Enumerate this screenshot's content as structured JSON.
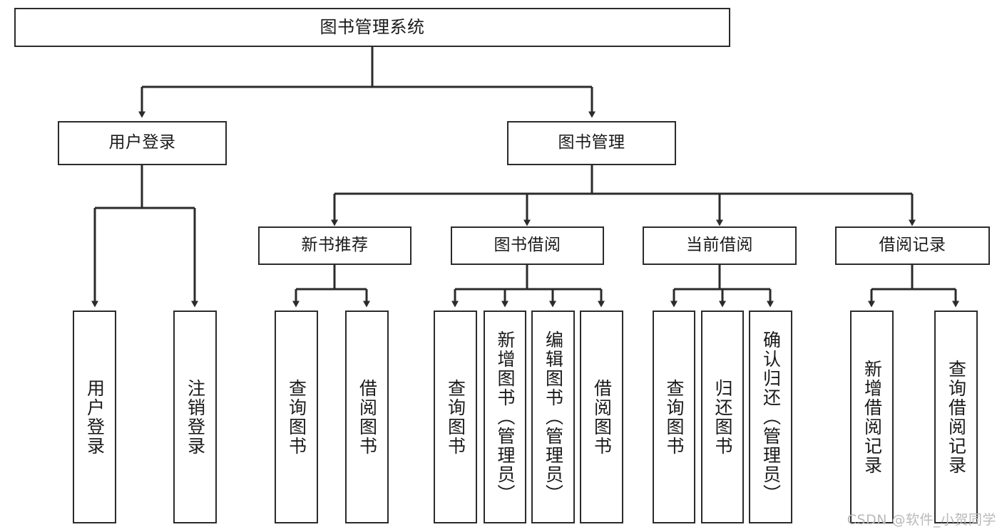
{
  "diagram": {
    "title": "图书管理系统",
    "type": "tree-hierarchy-chart",
    "stroke_color": "#2b2b2b",
    "fill_color": "#ffffff",
    "text_color": "#1a1a1a"
  },
  "nodes": {
    "root": {
      "label": "图书管理系统"
    },
    "level2": [
      {
        "label": "用户登录"
      },
      {
        "label": "图书管理"
      }
    ],
    "level3": [
      {
        "label": "新书推荐"
      },
      {
        "label": "图书借阅"
      },
      {
        "label": "当前借阅"
      },
      {
        "label": "借阅记录"
      }
    ],
    "leaves_user_login": [
      {
        "label": "用户登录"
      },
      {
        "label": "注销登录"
      }
    ],
    "leaves_new_book": [
      {
        "label": "查询图书"
      },
      {
        "label": "借阅图书"
      }
    ],
    "leaves_borrow": [
      {
        "label": "查询图书"
      },
      {
        "label": "新增图书（管理员）"
      },
      {
        "label": "编辑图书（管理员）"
      },
      {
        "label": "借阅图书"
      }
    ],
    "leaves_current": [
      {
        "label": "查询图书"
      },
      {
        "label": "归还图书"
      },
      {
        "label": "确认归还（管理员）"
      }
    ],
    "leaves_record": [
      {
        "label": "新增借阅记录"
      },
      {
        "label": "查询借阅记录"
      }
    ]
  },
  "watermark": {
    "text": "CSDN @软件_小贺同学"
  }
}
